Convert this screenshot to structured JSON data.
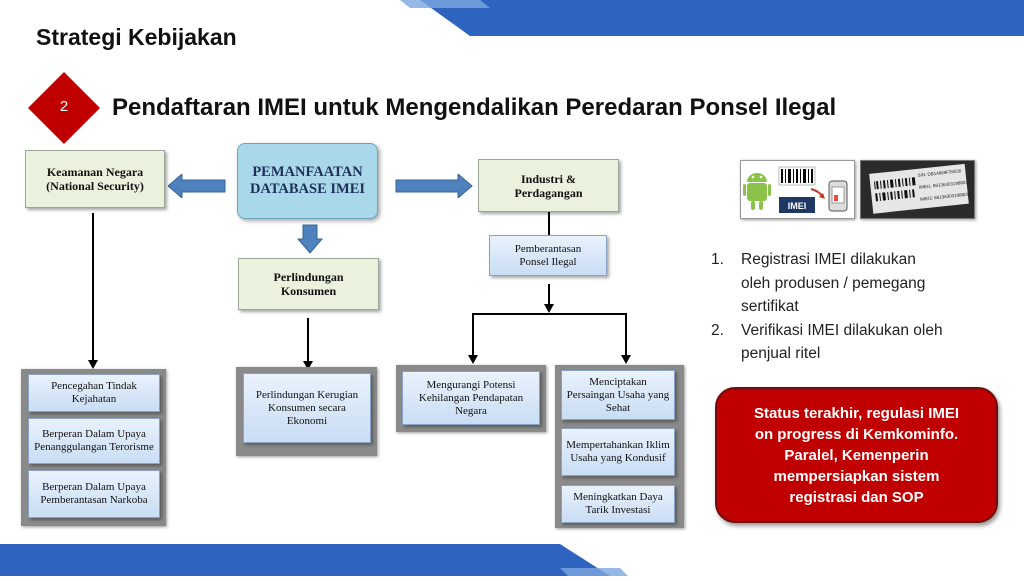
{
  "header": {
    "section_title": "Strategi Kebijakan",
    "badge_number": "2",
    "main_title": "Pendaftaran IMEI untuk Mengendalikan Peredaran Ponsel Ilegal"
  },
  "colors": {
    "accent_blue": "#2e63c0",
    "badge_red": "#c00000",
    "status_red": "#c00000",
    "hub_cyan": "#a9d8ea",
    "arrow_blue": "#4f81bd"
  },
  "diagram": {
    "hub": "PEMANFAATAN DATABASE IMEI",
    "left": {
      "title": "Keamanan Negara (National Security)",
      "items": [
        "Pencegahan Tindak Kejahatan",
        "Berperan Dalam Upaya Penanggulangan Terorisme",
        "Berperan Dalam Upaya Pemberantasan Narkoba"
      ]
    },
    "middle": {
      "title": "Perlindungan Konsumen",
      "items": [
        "Perlindungan Kerugian Konsumen secara Ekonomi"
      ]
    },
    "right": {
      "title": "Industri & Perdagangan",
      "sub": "Pemberantasan Ponsel Ilegal",
      "branch_left": [
        "Mengurangi Potensi Kehilangan Pendapatan Negara"
      ],
      "branch_right": [
        "Menciptakan Persaingan Usaha yang Sehat",
        "Mempertahankan Iklim Usaha yang Kondusif",
        "Meningkatkan Daya Tarik Investasi"
      ]
    }
  },
  "images": {
    "imei_label": "IMEI",
    "sticker_line1": "S/N: DB14869F35030",
    "sticker_line2": "IMEI1: 861363031988016",
    "sticker_line3": "IMEI2: 861363031988016"
  },
  "list": [
    {
      "num": "1.",
      "text_line1": "Registrasi IMEI dilakukan",
      "text_line2": "oleh produsen / pemegang",
      "text_line3": "sertifikat"
    },
    {
      "num": "2.",
      "text_line1": "Verifikasi IMEI dilakukan oleh",
      "text_line2": "penjual ritel",
      "text_line3": ""
    }
  ],
  "status": {
    "line1": "Status terakhir, regulasi IMEI",
    "line2": "on progress di Kemkominfo.",
    "line3": "Paralel, Kemenperin",
    "line4": "mempersiapkan sistem",
    "line5": "registrasi dan SOP"
  }
}
